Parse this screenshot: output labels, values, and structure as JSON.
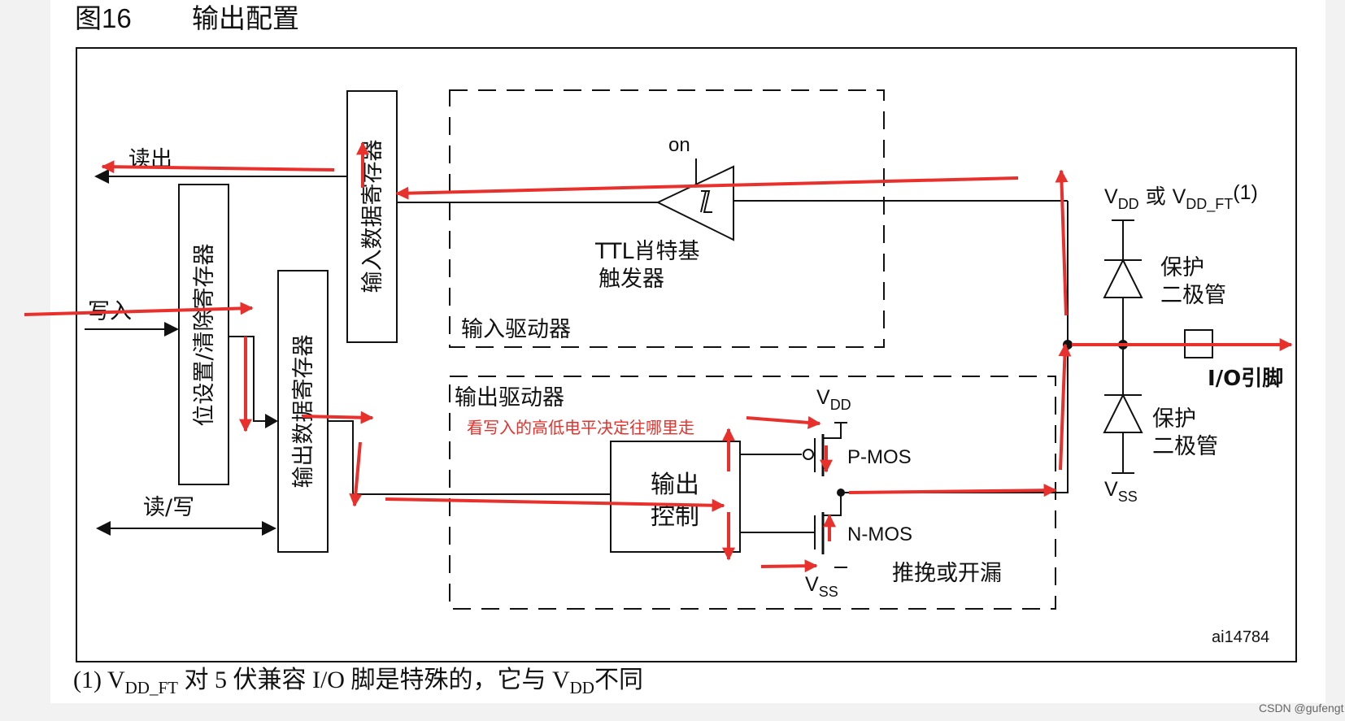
{
  "figure": {
    "number": "图16",
    "title": "输出配置",
    "id": "ai14784",
    "watermark": "CSDN @gufengt"
  },
  "blocks": {
    "read_out": "读出",
    "write_in": "写入",
    "read_write": "读/写",
    "bit_set_clear_register": "位设置/清除寄存器",
    "input_data_register": "输入数据寄存器",
    "output_data_register": "输出数据寄存器",
    "input_driver": "输入驱动器",
    "output_driver": "输出驱动器",
    "output_control_line1": "输出",
    "output_control_line2": "控制",
    "schmitt_line1": "TTL肖特基",
    "schmitt_line2": "触发器",
    "on": "on",
    "p_mos": "P-MOS",
    "n_mos": "N-MOS",
    "push_pull_open_drain": "推挽或开漏",
    "vdd_v": "V",
    "vdd_sub": "DD",
    "vss_v": "V",
    "vss_sub": "SS",
    "supply_top_v1": "V",
    "supply_top_sub1": "DD",
    "supply_top_or": " 或 ",
    "supply_top_v2": "V",
    "supply_top_sub2": "DD_FT",
    "supply_top_note": "(1)",
    "supply_bottom_v": "V",
    "supply_bottom_sub": "SS",
    "diode_top_line1": "保护",
    "diode_top_line2": "二极管",
    "diode_bottom_line1": "保护",
    "diode_bottom_line2": "二极管",
    "io_pin": "I/O引脚"
  },
  "annotation": {
    "text": "看写入的高低电平决定往哪里走",
    "color": "#e8312c"
  },
  "footnote": {
    "prefix": "(1) V",
    "sub1": "DD_FT",
    "mid": " 对 5 伏兼容 I/O 脚是特殊的，它与 V",
    "sub2": "DD",
    "suffix": "不同"
  },
  "colors": {
    "line": "#111111",
    "annotation_red": "#e8312c",
    "frame_bg": "#ffffff"
  }
}
